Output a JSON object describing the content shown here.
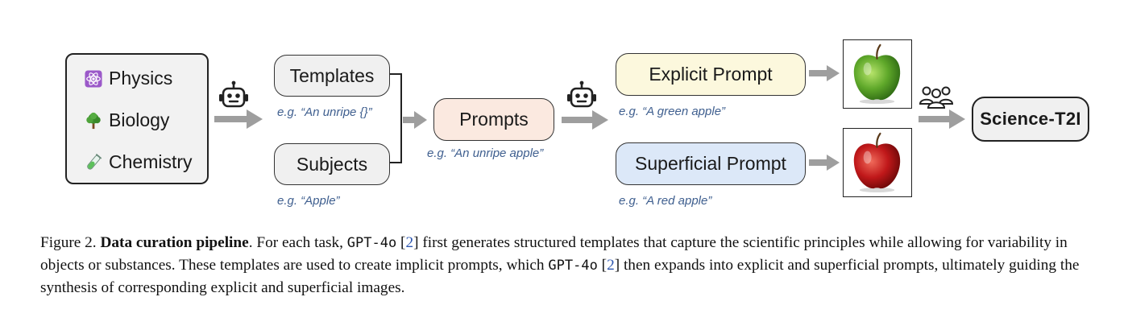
{
  "domains": {
    "items": [
      {
        "label": "Physics",
        "icon": "atom-icon"
      },
      {
        "label": "Biology",
        "icon": "tree-icon"
      },
      {
        "label": "Chemistry",
        "icon": "test-tube-icon"
      }
    ]
  },
  "pipeline": {
    "templates": {
      "label": "Templates",
      "example": "e.g. “An unripe {}”"
    },
    "subjects": {
      "label": "Subjects",
      "example": "e.g. “Apple”"
    },
    "prompts": {
      "label": "Prompts",
      "example": "e.g. “An unripe apple”"
    },
    "explicit": {
      "label": "Explicit Prompt",
      "example": "e.g. “A green apple”"
    },
    "superficial": {
      "label": "Superficial Prompt",
      "example": "e.g. “A red apple”"
    },
    "final": {
      "label": "Science-T2I"
    }
  },
  "icons": [
    "robot-icon",
    "robot-icon",
    "people-icon",
    "green-apple-image",
    "red-apple-image"
  ],
  "colors": {
    "prompts_fill": "#fbe9e0",
    "explicit_fill": "#fcf8dd",
    "superficial_fill": "#dce8f8",
    "example_text": "#3f5f8f",
    "citation": "#2e57b0"
  },
  "caption": {
    "figure_label": "Figure 2.",
    "bold_title": "Data curation pipeline",
    "part1": ". For each task, ",
    "model": "GPT-4o",
    "cite": "2",
    "part2": " first generates structured templates that capture the scientific principles while allowing for variability in objects or substances. These templates are used to create implicit prompts, which ",
    "part3": " then expands into explicit and superficial prompts, ultimately guiding the synthesis of corresponding explicit and superficial images."
  }
}
